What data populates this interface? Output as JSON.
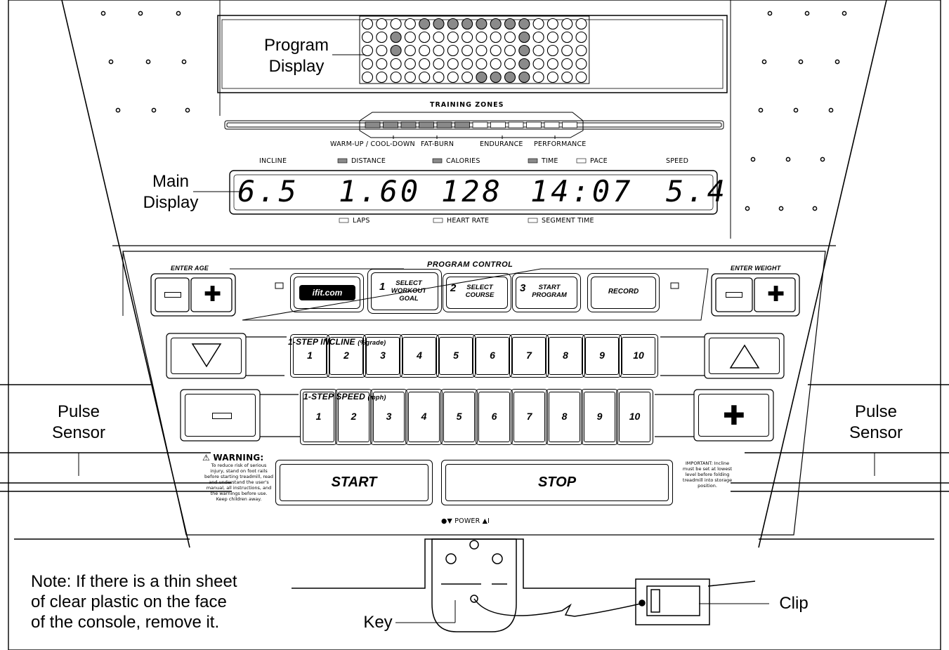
{
  "callouts": {
    "program_display": "Program\nDisplay",
    "main_display": "Main\nDisplay",
    "pulse_left": "Pulse\nSensor",
    "pulse_right": "Pulse\nSensor",
    "key": "Key",
    "clip": "Clip",
    "note": "Note: If there is a thin sheet\nof clear plastic on the face\nof the console, remove it."
  },
  "training_zones": {
    "title": "TRAINING ZONES",
    "zones": [
      "WARM-UP / COOL-DOWN",
      "FAT-BURN",
      "ENDURANCE",
      "PERFORMANCE"
    ]
  },
  "main_display": {
    "top_labels": [
      "INCLINE",
      "DISTANCE",
      "CALORIES",
      "TIME",
      "PACE",
      "SPEED"
    ],
    "bottom_labels": [
      "LAPS",
      "HEART RATE",
      "SEGMENT TIME"
    ],
    "readouts": [
      "6.5",
      "1.60",
      "128",
      "14:07",
      "5.4"
    ]
  },
  "program_control": {
    "title": "PROGRAM CONTROL",
    "ifit_label": "ifit.com",
    "b1_num": "1",
    "b1_label": "SELECT\nWORKOUT\nGOAL",
    "b2_num": "2",
    "b2_label": "SELECT\nCOURSE",
    "b3_num": "3",
    "b3_label": "START\nPROGRAM",
    "record": "RECORD"
  },
  "enter_age": "ENTER AGE",
  "enter_weight": "ENTER WEIGHT",
  "incline": {
    "title": "1-STEP INCLINE",
    "unit": "(%grade)",
    "keys": [
      "1",
      "2",
      "3",
      "4",
      "5",
      "6",
      "7",
      "8",
      "9",
      "10"
    ]
  },
  "speed": {
    "title": "1-STEP SPEED",
    "unit": "(mph)",
    "keys": [
      "1",
      "2",
      "3",
      "4",
      "5",
      "6",
      "7",
      "8",
      "9",
      "10"
    ]
  },
  "start": "START",
  "stop": "STOP",
  "power": "●▼ POWER ▲I",
  "warning_title": "WARNING:",
  "warning_text": "To reduce risk of serious\ninjury, stand on foot rails\nbefore starting treadmill, read\nand understand the user's\nmanual, all instructions, and\nthe warnings before use.\nKeep children away.",
  "important_text": "IMPORTANT: Incline\nmust be set at lowest\nlevel before folding\ntreadmill into storage\nposition.",
  "matrix": {
    "filled_cells": [
      [
        0,
        4
      ],
      [
        0,
        5
      ],
      [
        0,
        6
      ],
      [
        0,
        7
      ],
      [
        0,
        8
      ],
      [
        0,
        9
      ],
      [
        0,
        10
      ],
      [
        0,
        11
      ],
      [
        1,
        2
      ],
      [
        1,
        11
      ],
      [
        2,
        2
      ],
      [
        2,
        11
      ],
      [
        3,
        11
      ],
      [
        4,
        8
      ],
      [
        4,
        9
      ],
      [
        4,
        10
      ],
      [
        4,
        11
      ]
    ]
  }
}
